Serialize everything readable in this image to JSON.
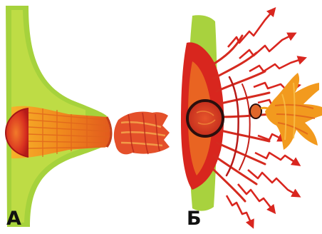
{
  "panels": {
    "a": {
      "label": "А"
    },
    "b": {
      "label": "Б"
    }
  },
  "colors": {
    "green": "#9ccf3a",
    "yellow_green": "#cfe04a",
    "orange": "#f3a21a",
    "red_orange": "#e8541e",
    "red": "#d9261f",
    "deep_red": "#c3151c",
    "ring": "#2b0f0d"
  },
  "icons": {
    "panel_a_cell": "cell-contact-drawing",
    "panel_a_tip": "cell-tip-drawing",
    "panel_b_cell": "cell-membrane-drawing",
    "panel_b_arrows": "zigzag-arrow",
    "panel_b_tip": "cell-tip-drawing"
  }
}
